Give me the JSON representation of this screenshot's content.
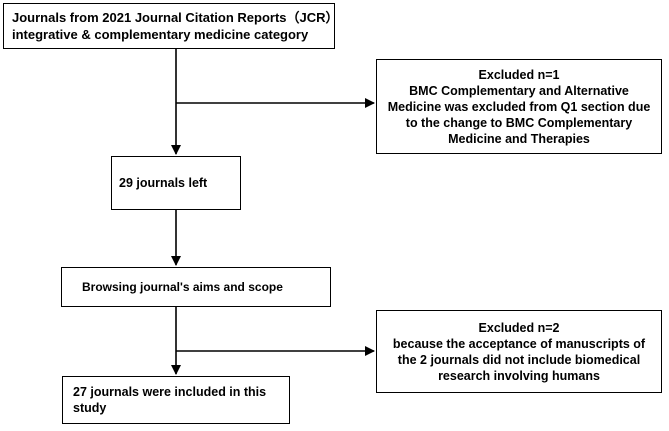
{
  "flowchart": {
    "start_box": {
      "line1": "Journals from 2021 Journal Citation Reports（JCR）",
      "line2": "integrative & complementary medicine category"
    },
    "exclusion_1": {
      "line1": "Excluded n=1",
      "line2": "BMC Complementary and Alternative",
      "line3": "Medicine was excluded from Q1 section due",
      "line4": "to the change to BMC Complementary",
      "line5": "Medicine and Therapies"
    },
    "step_2": {
      "label": "29 journals left"
    },
    "step_3": {
      "label": "Browsing journal's aims and scope"
    },
    "exclusion_2": {
      "line1": "Excluded n=2",
      "line2": "because the acceptance of manuscripts of",
      "line3": "the 2 journals did not include biomedical",
      "line4": "research involving humans"
    },
    "final_box": {
      "line1": "27 journals were included in this",
      "line2": "study"
    }
  }
}
